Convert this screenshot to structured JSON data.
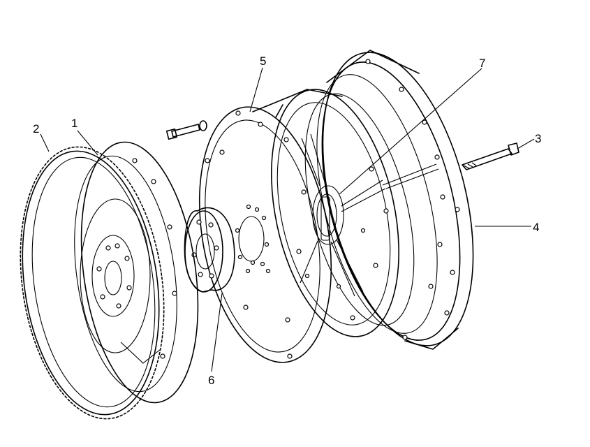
{
  "callouts": [
    {
      "label": "1",
      "part": "flywheel"
    },
    {
      "label": "2",
      "part": "ring-gear"
    },
    {
      "label": "3",
      "part": "bolt"
    },
    {
      "label": "4",
      "part": "flywheel-housing"
    },
    {
      "label": "5",
      "part": "flex-plate"
    },
    {
      "label": "6",
      "part": "spacer-hub"
    },
    {
      "label": "7",
      "part": "adapter-plate"
    }
  ]
}
